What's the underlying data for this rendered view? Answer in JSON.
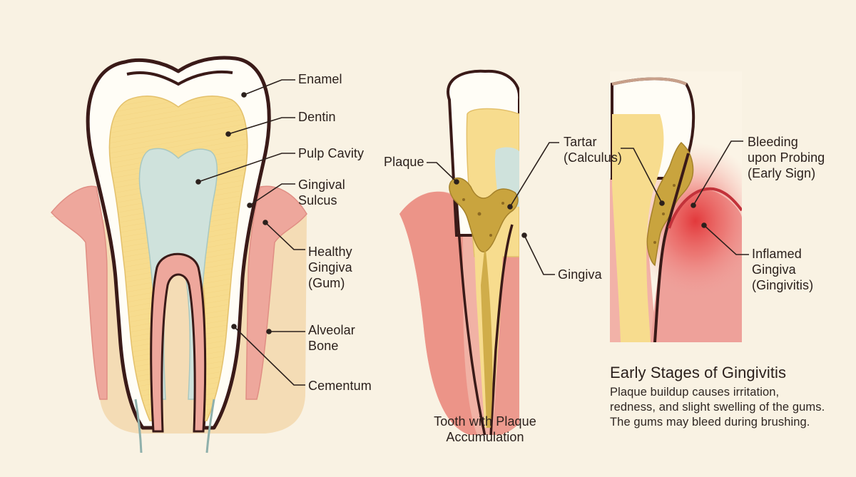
{
  "labels": {
    "enamel": "Enamel",
    "dentin": "Dentin",
    "pulp_cavity": "Pulp Cavity",
    "gingival_sulcus": "Gingival\nSulcus",
    "healthy_gingiva": "Healthy\nGingiva\n(Gum)",
    "alveolar_bone": "Alveolar\nBone",
    "cementum": "Cementum",
    "plaque": "Plaque",
    "tartar": "Tartar\n(Calculus)",
    "gingiva": "Gingiva",
    "bleeding": "Bleeding\nupon Probing\n(Early Sign)",
    "inflamed_gingiva": "Inflamed\nGingiva\n(Gingivitis)"
  },
  "captions": {
    "plaque_tooth": "Tooth with Plaque\nAccumulation"
  },
  "gingivitis": {
    "title": "Early Stages of Gingivitis",
    "description": "Plaque buildup causes irritation,\nredness, and slight swelling of the gums.\nThe gums may bleed during brushing."
  },
  "colors": {
    "background": "#f9f2e3",
    "enamel": "#fffdf6",
    "dentin": "#f7dc8e",
    "pulp": "#cfe2dc",
    "gum": "#eea79c",
    "bone": "#f4dcb5",
    "plaque": "#c9a43e",
    "inflammation": "#e0262a",
    "outline": "#3a1a18"
  }
}
